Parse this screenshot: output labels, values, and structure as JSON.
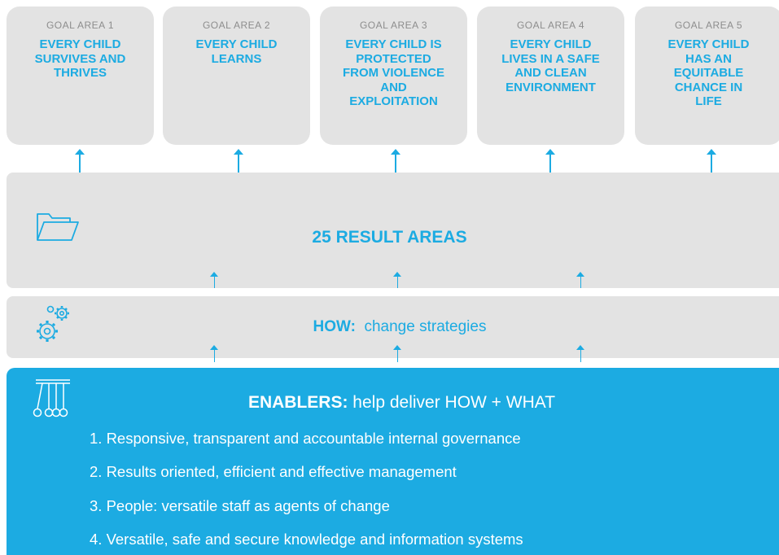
{
  "goal_areas": [
    {
      "label": "GOAL AREA 1",
      "title": "EVERY CHILD\nSURVIVES AND\nTHRIVES"
    },
    {
      "label": "GOAL AREA 2",
      "title": "EVERY CHILD\nLEARNS"
    },
    {
      "label": "GOAL AREA 3",
      "title": "EVERY CHILD IS\nPROTECTED\nFROM VIOLENCE\nAND\nEXPLOITATION"
    },
    {
      "label": "GOAL AREA 4",
      "title": "EVERY CHILD\nLIVES IN A SAFE\nAND CLEAN\nENVIRONMENT"
    },
    {
      "label": "GOAL AREA 5",
      "title": "EVERY CHILD\nHAS AN\nEQUITABLE\nCHANCE IN\nLIFE"
    }
  ],
  "result_areas": {
    "title": "25 RESULT AREAS",
    "icon": "folder-icon"
  },
  "how": {
    "label": "HOW:",
    "text": "change strategies",
    "icon": "gears-icon"
  },
  "enablers": {
    "label": "ENABLERS:",
    "text": "help deliver HOW + WHAT",
    "icon": "newtons-cradle-icon",
    "items": [
      "1. Responsive, transparent and accountable internal governance",
      "2. Results oriented, efficient and effective management",
      "3. People: versatile staff as agents of change",
      "4. Versatile, safe and secure knowledge and information systems"
    ]
  },
  "colors": {
    "accent": "#1cabe2",
    "box": "#e3e3e3",
    "muted_text": "#8d8d8d",
    "enablers_text": "#ffffff"
  }
}
